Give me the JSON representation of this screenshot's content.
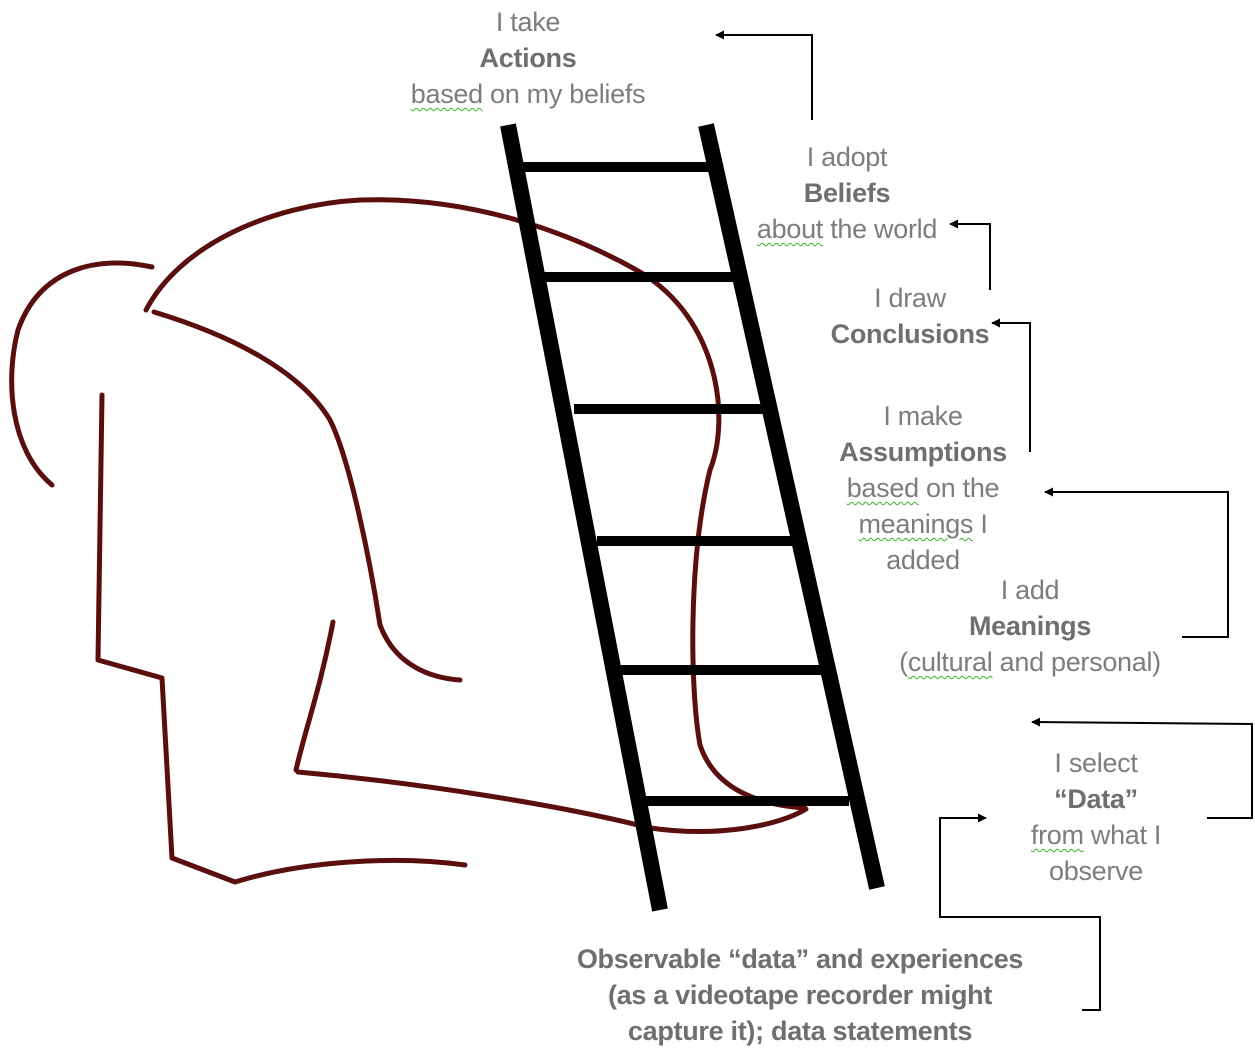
{
  "rungs": {
    "actions": {
      "line1": "I take",
      "key": "Actions",
      "rest_squiggle": "based",
      "rest": " on my beliefs"
    },
    "beliefs": {
      "line1": "I adopt",
      "key": "Beliefs",
      "rest_squiggle": "about",
      "rest": " the world"
    },
    "conclusions": {
      "line1": "I draw",
      "key": "Conclusions"
    },
    "assumptions": {
      "line1": "I make",
      "key": "Assumptions",
      "l3_squiggle": "based",
      "l3_rest": " on the",
      "l4_squiggle": "meanings",
      "l4_rest": " I",
      "l5": "added"
    },
    "meanings": {
      "line1": "I add",
      "key": "Meanings",
      "l3_pre": "(",
      "l3_squiggle": "cultural",
      "l3_rest": " and personal)"
    },
    "data": {
      "line1": "I select",
      "key": "“Data”",
      "l3_squiggle": "from",
      "l3_rest": " what I",
      "l4": "observe"
    }
  },
  "observable": {
    "line1": "Observable “data” and experiences",
    "line2": "(as a videotape recorder might",
    "line3": "capture it); data statements"
  },
  "colors": {
    "text": "#7d7d7d",
    "ladder": "#000000",
    "head": "#5a0e0e",
    "squiggle": "#3fae2e"
  }
}
